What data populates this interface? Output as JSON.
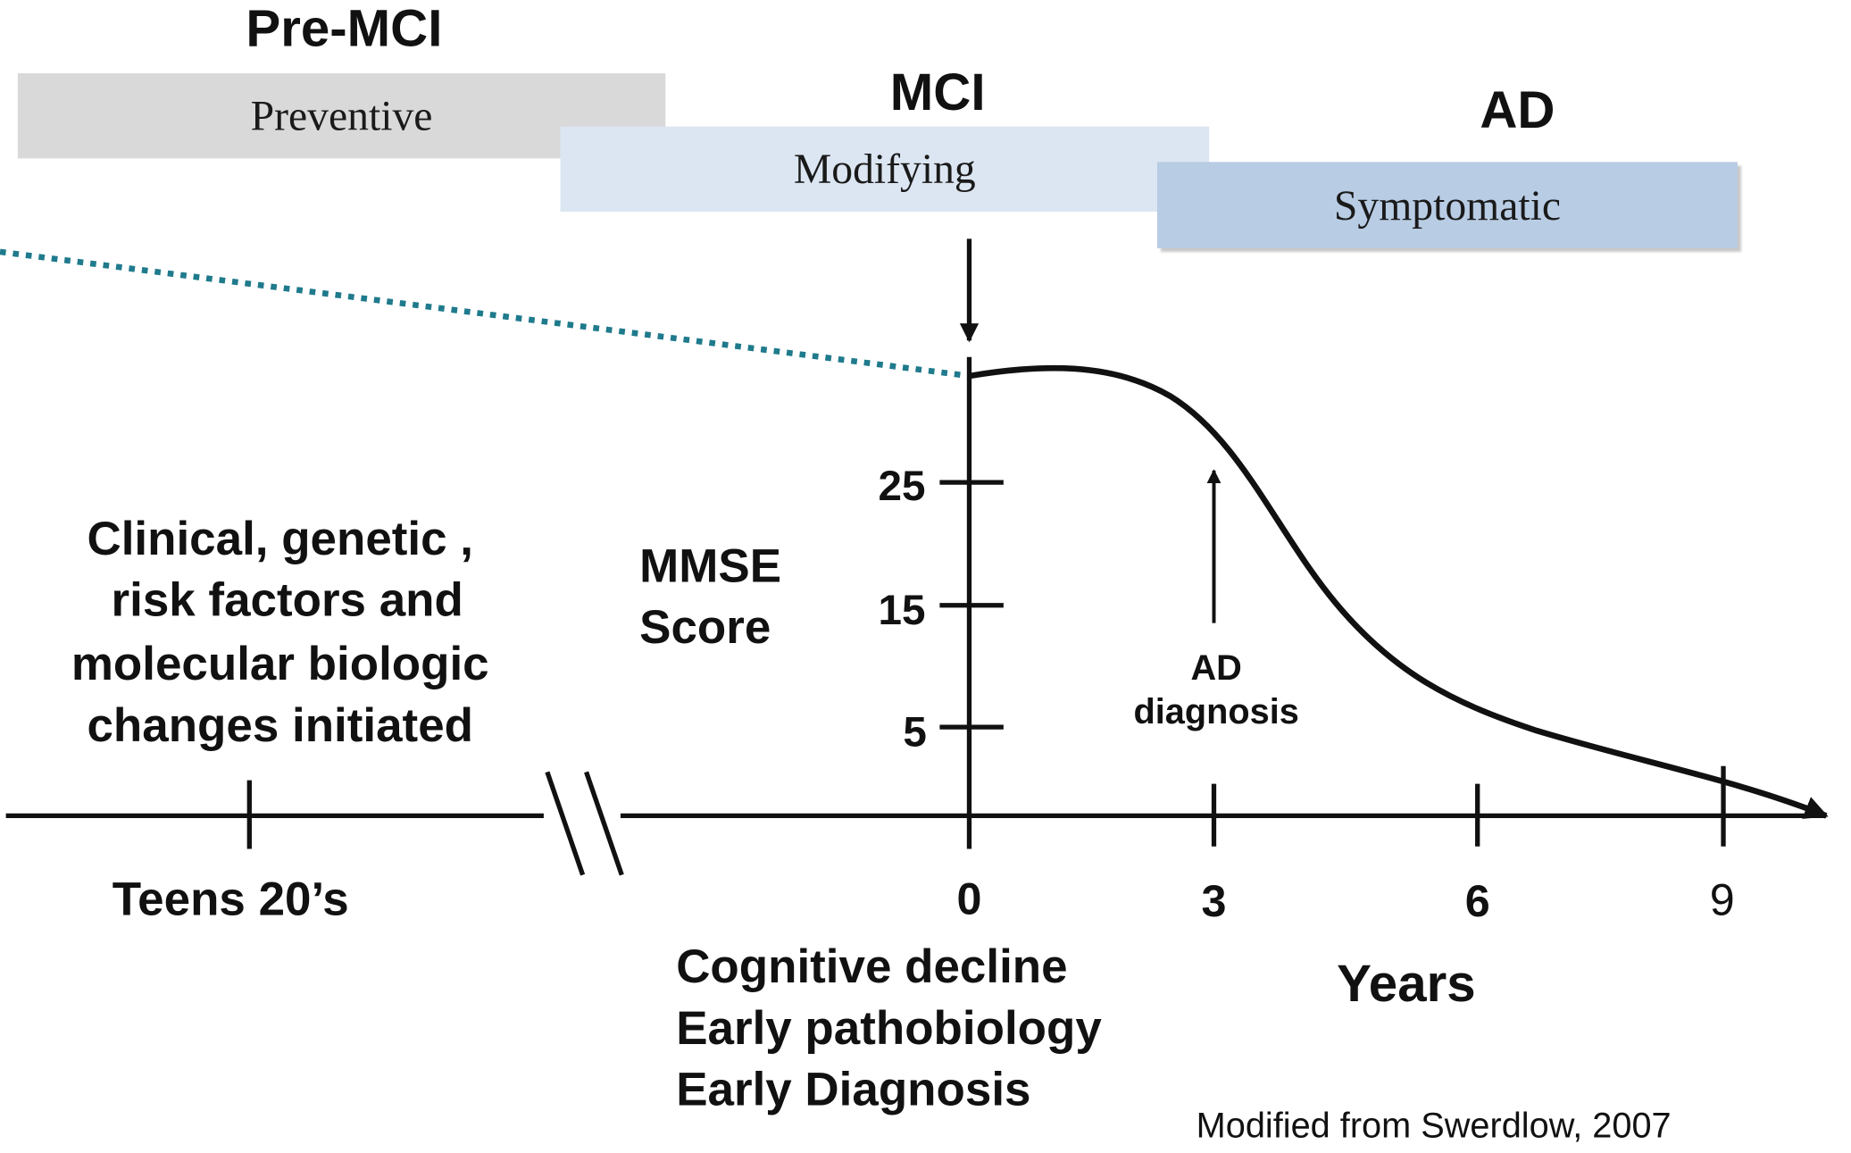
{
  "stages": {
    "pre_mci": "Pre-MCI",
    "mci": "MCI",
    "ad": "AD"
  },
  "bands": [
    {
      "label": "Preventive",
      "color": "#d9d9d9"
    },
    {
      "label": "Modifying",
      "color": "#dce6f2"
    },
    {
      "label": "Symptomatic",
      "color": "#b8cce4"
    }
  ],
  "left_text": {
    "lines": [
      "Clinical, genetic ,",
      "risk factors and",
      "molecular biologic",
      "changes initiated"
    ]
  },
  "y_axis": {
    "label_lines": [
      "MMSE",
      "Score"
    ],
    "ticks": [
      "25",
      "15",
      "5"
    ]
  },
  "x_axis": {
    "teens_label": "Teens 20’s",
    "ticks": [
      "0",
      "3",
      "6",
      "9"
    ],
    "title": "Years"
  },
  "annotations": {
    "ad_diagnosis_lines": [
      "AD",
      "diagnosis"
    ],
    "bottom_lines": [
      "Cognitive decline",
      "Early pathobiology",
      "Early Diagnosis"
    ],
    "source": "Modified from Swerdlow, 2007"
  },
  "colors": {
    "dotted_line": "#1f7a8c",
    "axis": "#111111"
  }
}
